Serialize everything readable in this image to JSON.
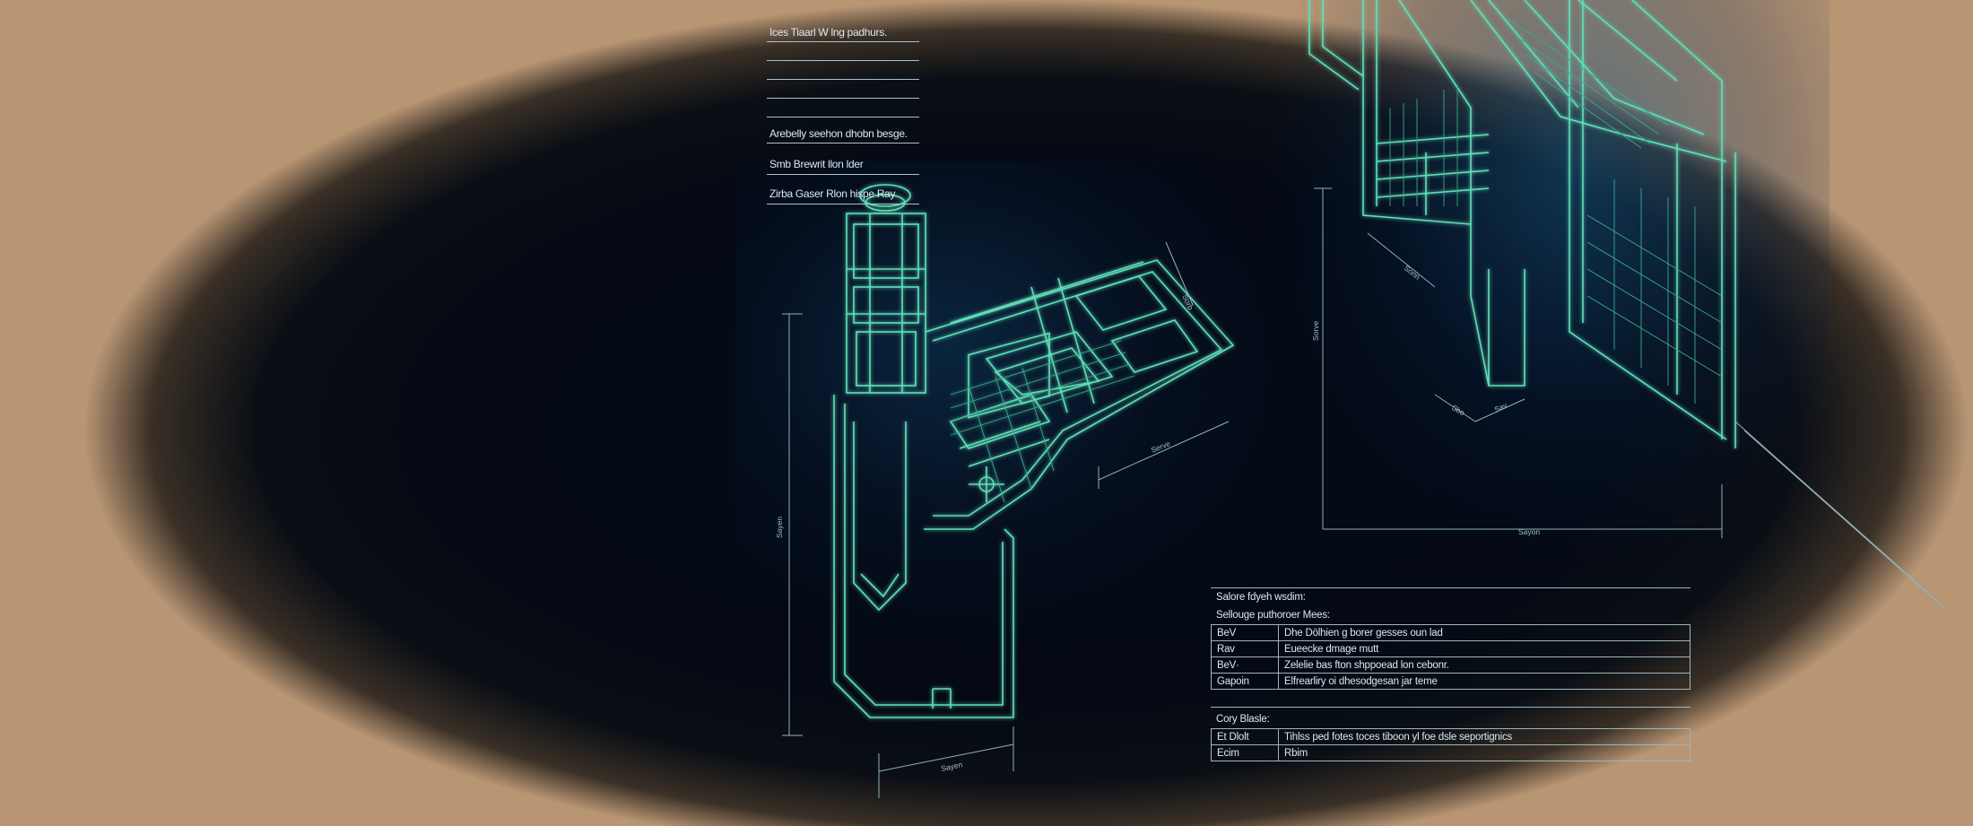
{
  "notes": {
    "lines": [
      "Ices Tiaarl W lng padhurs.",
      "",
      "",
      "",
      "",
      "Arebelly seehon dhobn besge.",
      "",
      "Smb Brewrit llon lder",
      "",
      "Zirba Gaser Rlon hispe Ray"
    ]
  },
  "dimensions": {
    "left_height": "Sayen",
    "left_base": "Sayen",
    "arm_span": "Serve",
    "arm_rise": "Sorb",
    "right_height": "Sorve",
    "right_diag": "Sonn",
    "right_base": "Sayon",
    "stem_a": "Sbo",
    "stem_b": "Sav"
  },
  "revisions": {
    "title": "Salore fdyeh wsdim:",
    "subtitle": "Sellouge puthoroer Mees:",
    "rows": [
      {
        "code": "BeV",
        "desc": "Dhe Dölhien g borer gesses oun lad"
      },
      {
        "code": "Rav",
        "desc": "Eueecke dmage mutt"
      },
      {
        "code": "BeV·",
        "desc": "Zelelie bas fton shppoead lon cebonr."
      },
      {
        "code": "Gapoin",
        "desc": "Elfrearliry oi dhesodgesan jar teme"
      }
    ]
  },
  "blade": {
    "title": "Cory Blasle:",
    "rows": [
      {
        "code": "Et Dlolt",
        "desc": "Tihlss ped fotes toces tiboon yl foe dsle seportignics"
      },
      {
        "code": "Ecim",
        "desc": "Rbim"
      }
    ]
  },
  "colors": {
    "line": "#5fe0b8",
    "line_dim": "#3aa98c",
    "dimension": "#8fb2b8",
    "background": "#03060d",
    "vignette": "#b89573"
  }
}
